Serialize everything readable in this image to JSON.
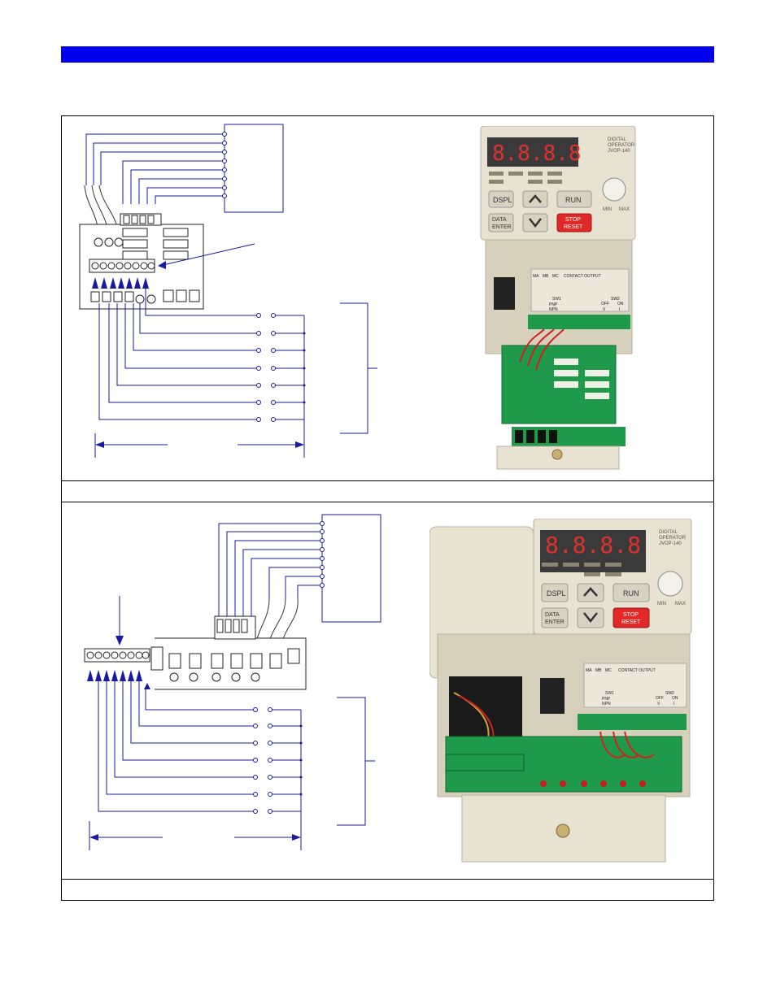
{
  "colors": {
    "header_bar": "#0000ee",
    "wire": "#1a1aa0",
    "drive_body": "#e8e2d2",
    "display": "#d94040",
    "stop_button": "#e02828",
    "terminal_green": "#1f9a4a"
  },
  "operator_panel": {
    "display_digits": "8.8.8.8",
    "brand_lines": [
      "DIGITAL",
      "OPERATOR",
      "JVOP-140"
    ],
    "buttons": {
      "dspl": "DSPL",
      "run": "RUN",
      "data": "DATA",
      "enter": "ENTER",
      "stop": "STOP",
      "reset": "RESET"
    },
    "knob_min": "MIN",
    "knob_max": "MAX"
  },
  "terminal_labels": {
    "contact_output": "CONTACT OUTPUT",
    "relay_row": [
      "MA",
      "MB",
      "MC"
    ],
    "sw1": "SW1",
    "sw2": "SW2",
    "pnp": "PNP",
    "npn": "NPN",
    "off": "OFF",
    "on": "ON",
    "v": "V",
    "i": "I"
  }
}
